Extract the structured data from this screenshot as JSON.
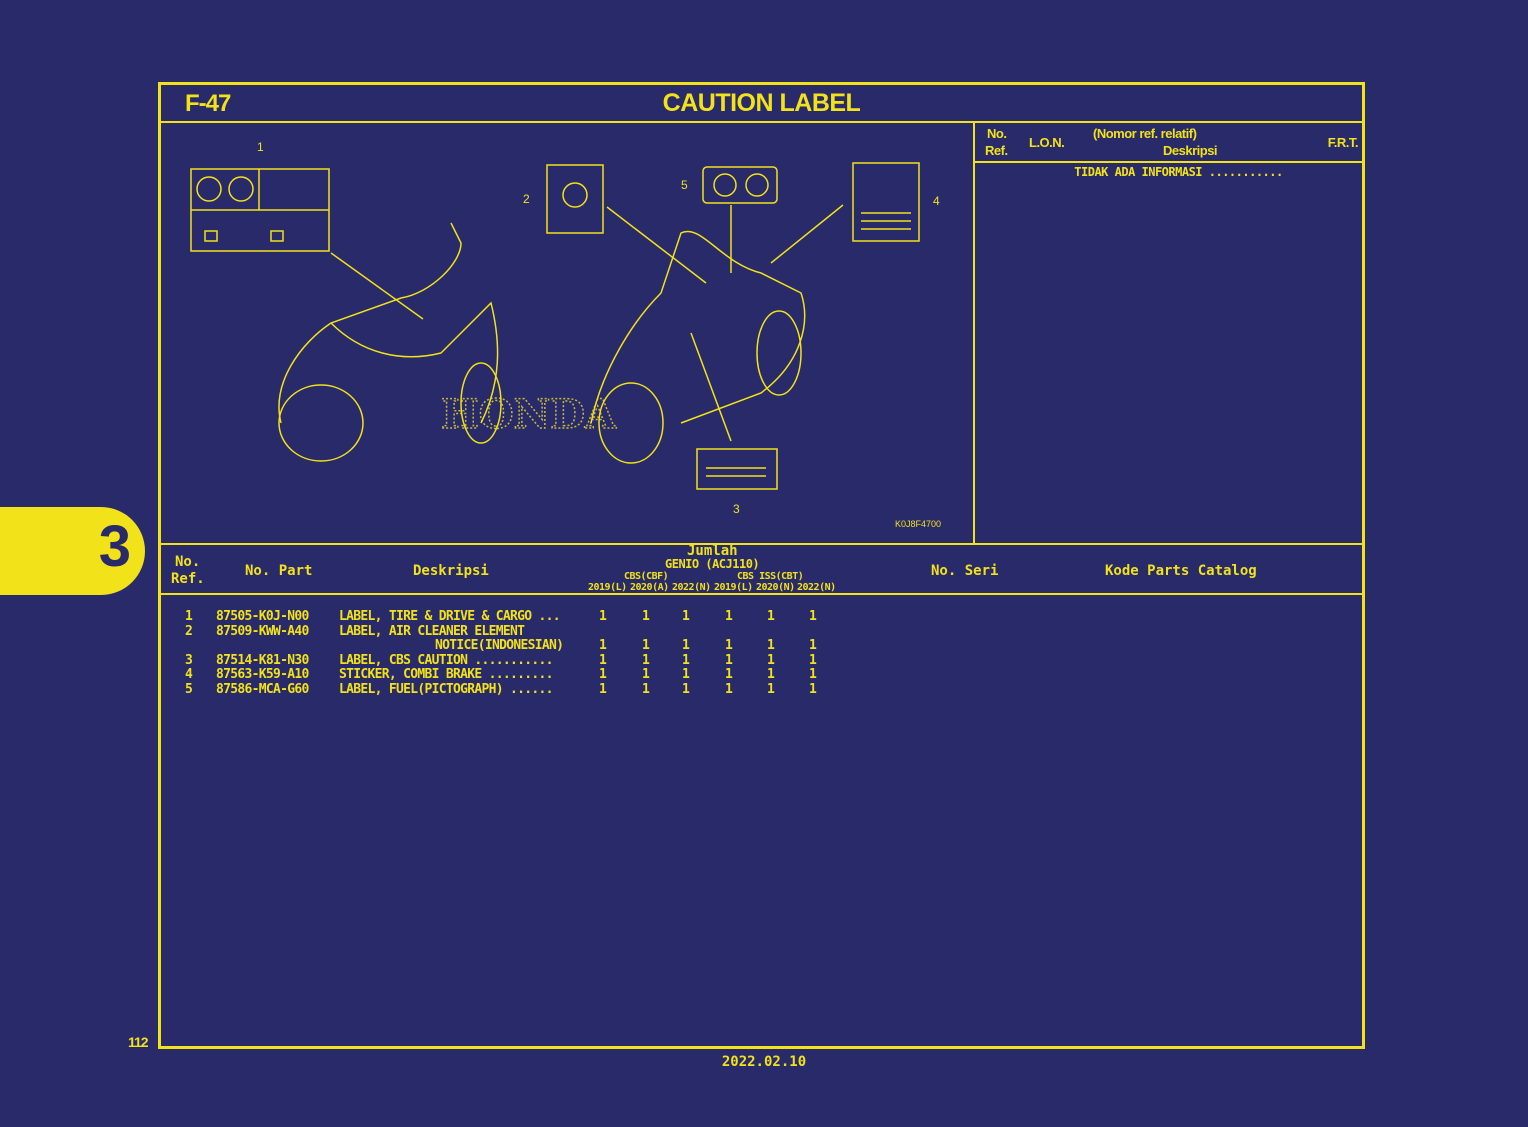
{
  "page": {
    "code": "F-47",
    "title": "CAUTION LABEL",
    "page_number": "112",
    "section": "3",
    "date": "2022.02.10"
  },
  "illustration": {
    "code": "K0J8F4700",
    "callouts": [
      "1",
      "2",
      "3",
      "4",
      "5"
    ],
    "watermark": "HONDA"
  },
  "lon_panel": {
    "no_ref": "No.",
    "no_ref2": "Ref.",
    "lon": "L.O.N.",
    "nomor": "(Nomor ref. relatif)",
    "deskripsi": "Deskripsi",
    "frt": "F.R.T.",
    "info": "TIDAK ADA INFORMASI ..........."
  },
  "table": {
    "headers": {
      "no_ref": "No.",
      "no_ref2": "Ref.",
      "no_part": "No. Part",
      "deskripsi": "Deskripsi",
      "jumlah": "Jumlah",
      "model": "GENIO (ACJ110)",
      "group1": "CBS(CBF)",
      "group2": "CBS ISS(CBT)",
      "years": [
        "2019(L)",
        "2020(A)",
        "2022(N)",
        "2019(L)",
        "2020(N)",
        "2022(N)"
      ],
      "no_seri": "No. Seri",
      "kode": "Kode Parts Catalog"
    },
    "rows": [
      {
        "ref": "1",
        "part": "87505-K0J-N00",
        "desc": "LABEL, TIRE & DRIVE & CARGO ...",
        "desc2": "",
        "qty": [
          "1",
          "1",
          "1",
          "1",
          "1",
          "1"
        ]
      },
      {
        "ref": "2",
        "part": "87509-KWW-A40",
        "desc": "LABEL, AIR CLEANER ELEMENT",
        "desc2": "NOTICE(INDONESIAN)",
        "qty": [
          "1",
          "1",
          "1",
          "1",
          "1",
          "1"
        ]
      },
      {
        "ref": "3",
        "part": "87514-K81-N30",
        "desc": "LABEL, CBS CAUTION ...........",
        "desc2": "",
        "qty": [
          "1",
          "1",
          "1",
          "1",
          "1",
          "1"
        ]
      },
      {
        "ref": "4",
        "part": "87563-K59-A10",
        "desc": "STICKER, COMBI BRAKE .........",
        "desc2": "",
        "qty": [
          "1",
          "1",
          "1",
          "1",
          "1",
          "1"
        ]
      },
      {
        "ref": "5",
        "part": "87586-MCA-G60",
        "desc": "LABEL, FUEL(PICTOGRAPH) ......",
        "desc2": "",
        "qty": [
          "1",
          "1",
          "1",
          "1",
          "1",
          "1"
        ]
      }
    ]
  },
  "colors": {
    "background": "#282a6a",
    "accent": "#f2e21a"
  }
}
